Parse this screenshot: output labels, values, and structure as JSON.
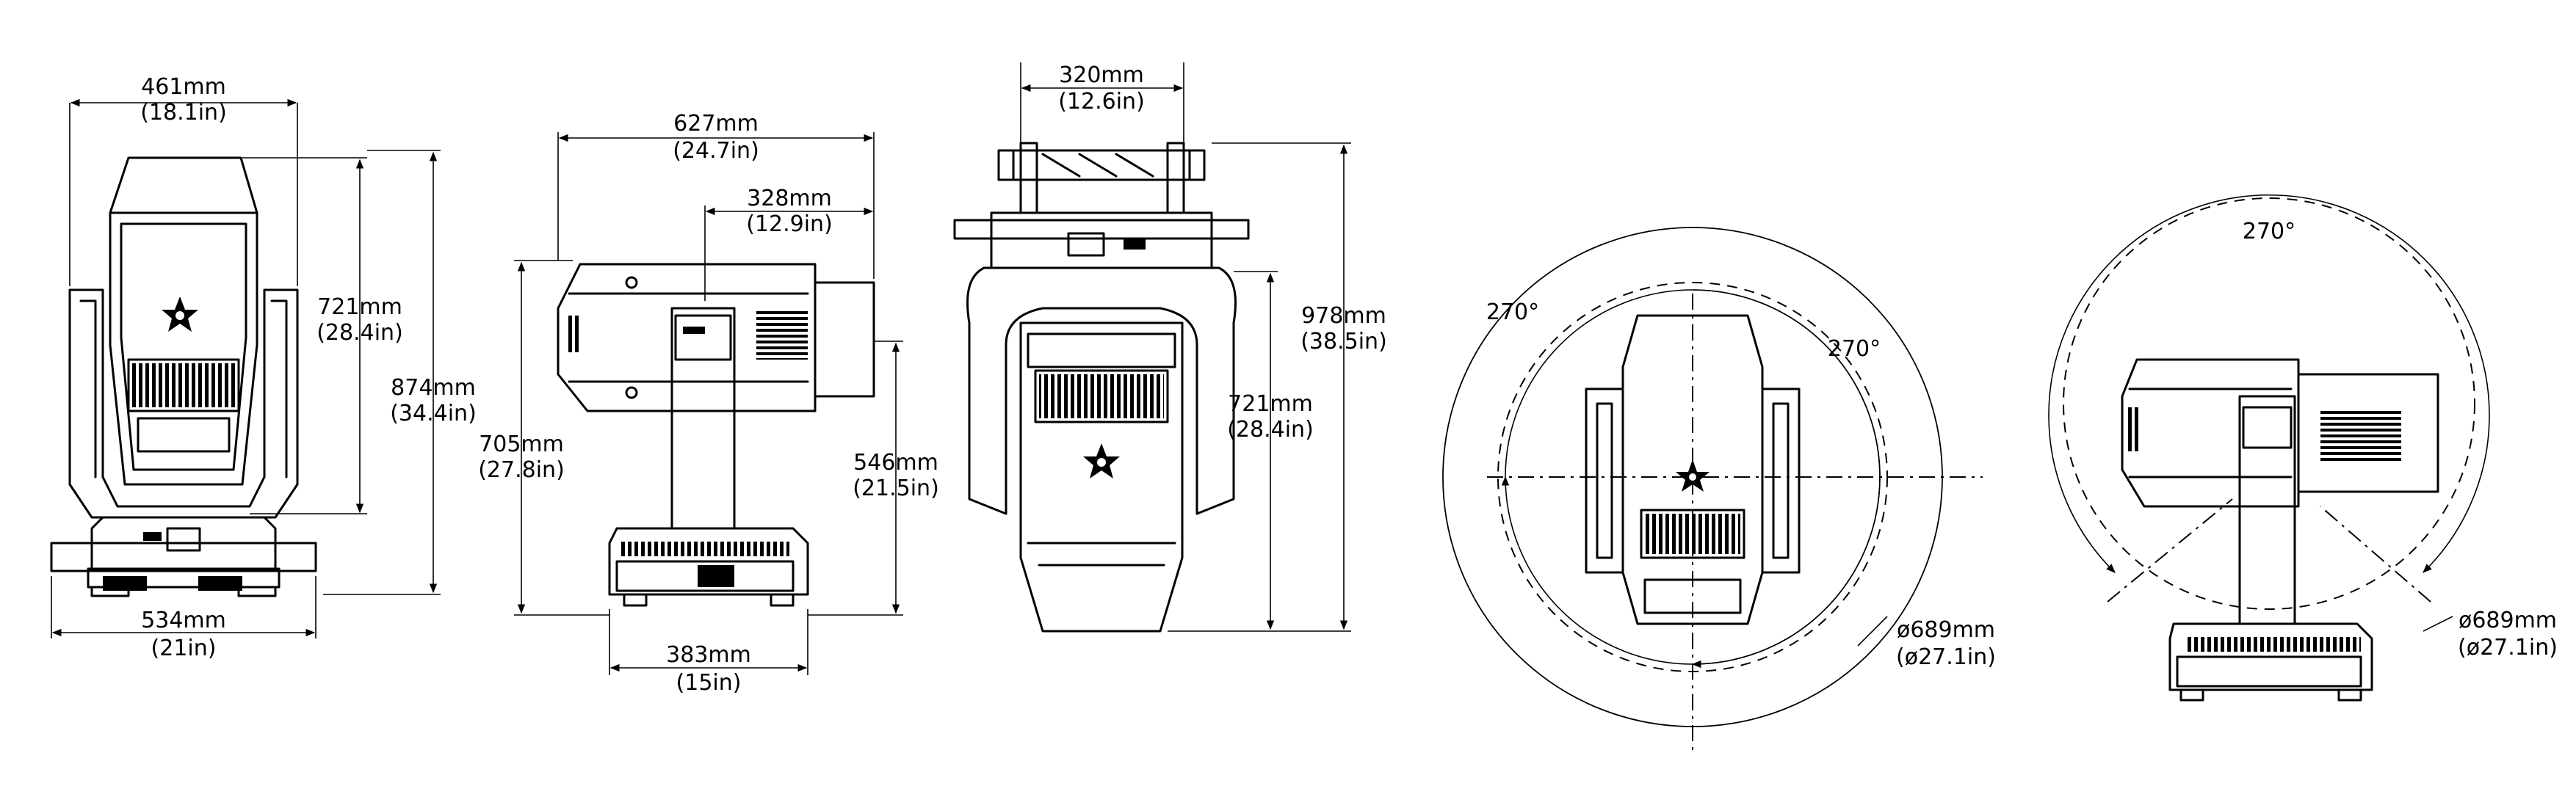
{
  "front_view": {
    "width_top": "461mm",
    "width_top_in": "(18.1in)",
    "head_height": "721mm",
    "head_height_in": "(28.4in)",
    "total_height": "874mm",
    "total_height_in": "(34.4in)",
    "base_width": "534mm",
    "base_width_in": "(21in)"
  },
  "side_view": {
    "head_length": "627mm",
    "head_length_in": "(24.7in)",
    "lens_length": "328mm",
    "lens_length_in": "(12.9in)",
    "height": "705mm",
    "height_in": "(27.8in)",
    "tilt_height": "546mm",
    "tilt_height_in": "(21.5in)",
    "base_width": "383mm",
    "base_width_in": "(15in)"
  },
  "rear_view": {
    "clamp_width": "320mm",
    "clamp_width_in": "(12.6in)",
    "total_height": "978mm",
    "total_height_in": "(38.5in)",
    "head_height": "721mm",
    "head_height_in": "(28.4in)"
  },
  "pan_view": {
    "angle_left": "270°",
    "angle_right": "270°",
    "diameter": "ø689mm",
    "diameter_in": "(ø27.1in)"
  },
  "tilt_view": {
    "angle": "270°",
    "diameter": "ø689mm",
    "diameter_in": "(ø27.1in)"
  }
}
